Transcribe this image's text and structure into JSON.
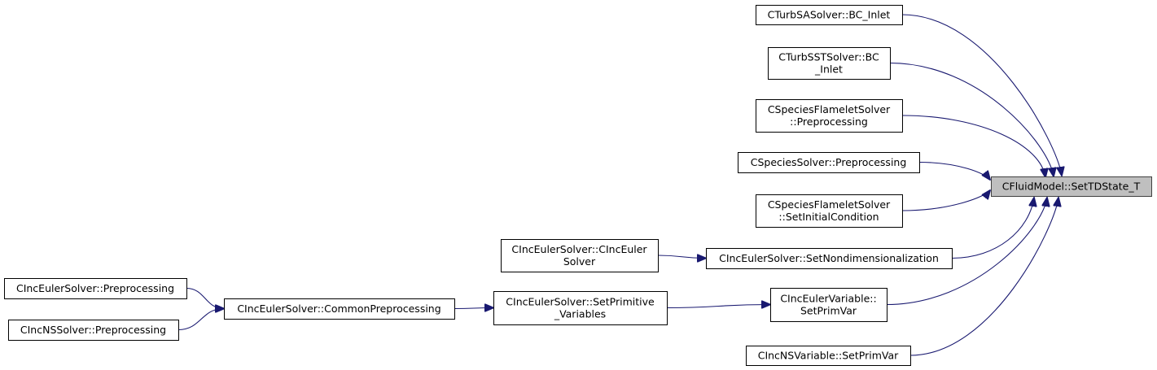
{
  "nodes": [
    {
      "id": "target",
      "lines": [
        "CFluidModel::SetTDState_T"
      ],
      "highlight": true
    },
    {
      "id": "turbsa_bc_inlet",
      "lines": [
        "CTurbSASolver::BC_Inlet"
      ]
    },
    {
      "id": "turbsst_bc_inlet",
      "lines": [
        "CTurbSSTSolver::BC",
        "_Inlet"
      ]
    },
    {
      "id": "flamelet_preprocessing",
      "lines": [
        "CSpeciesFlameletSolver",
        "::Preprocessing"
      ]
    },
    {
      "id": "species_preprocessing",
      "lines": [
        "CSpeciesSolver::Preprocessing"
      ]
    },
    {
      "id": "flamelet_setinitialcondition",
      "lines": [
        "CSpeciesFlameletSolver",
        "::SetInitialCondition"
      ]
    },
    {
      "id": "inceuler_setnondim",
      "lines": [
        "CIncEulerSolver::SetNondimensionalization"
      ]
    },
    {
      "id": "inceuler_ctor",
      "lines": [
        "CIncEulerSolver::CIncEuler",
        "Solver"
      ]
    },
    {
      "id": "inceulervar_setprimvar",
      "lines": [
        "CIncEulerVariable::",
        "SetPrimVar"
      ]
    },
    {
      "id": "inceuler_setprimitive",
      "lines": [
        "CIncEulerSolver::SetPrimitive",
        "_Variables"
      ]
    },
    {
      "id": "inceuler_commonpre",
      "lines": [
        "CIncEulerSolver::CommonPreprocessing"
      ]
    },
    {
      "id": "inceuler_preprocessing",
      "lines": [
        "CIncEulerSolver::Preprocessing"
      ]
    },
    {
      "id": "incns_preprocessing",
      "lines": [
        "CIncNSSolver::Preprocessing"
      ]
    },
    {
      "id": "incnsvar_setprimvar",
      "lines": [
        "CIncNSVariable::SetPrimVar"
      ]
    }
  ],
  "edges": [
    {
      "from": "turbsa_bc_inlet",
      "to": "target"
    },
    {
      "from": "turbsst_bc_inlet",
      "to": "target"
    },
    {
      "from": "flamelet_preprocessing",
      "to": "target"
    },
    {
      "from": "species_preprocessing",
      "to": "target"
    },
    {
      "from": "flamelet_setinitialcondition",
      "to": "target"
    },
    {
      "from": "inceuler_setnondim",
      "to": "target"
    },
    {
      "from": "inceulervar_setprimvar",
      "to": "target"
    },
    {
      "from": "incnsvar_setprimvar",
      "to": "target"
    },
    {
      "from": "inceuler_ctor",
      "to": "inceuler_setnondim"
    },
    {
      "from": "inceuler_setprimitive",
      "to": "inceulervar_setprimvar"
    },
    {
      "from": "inceuler_commonpre",
      "to": "inceuler_setprimitive"
    },
    {
      "from": "inceuler_preprocessing",
      "to": "inceuler_commonpre"
    },
    {
      "from": "incns_preprocessing",
      "to": "inceuler_commonpre"
    }
  ]
}
